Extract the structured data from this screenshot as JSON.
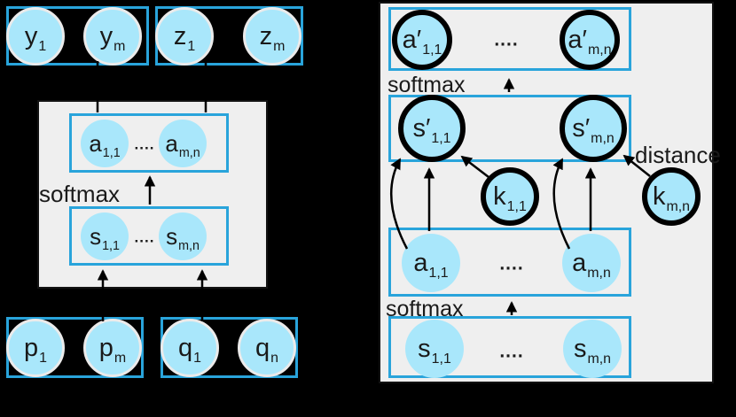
{
  "colors": {
    "background": "#000000",
    "node_fill": "#a9e7fb",
    "box_border": "#29a4db",
    "panel_fill": "#efefef",
    "line_color": "#000000"
  },
  "left_diagram": {
    "output_nodes": [
      {
        "base": "y",
        "sub": "1"
      },
      {
        "base": "y",
        "sub": "m"
      },
      {
        "base": "z",
        "sub": "1"
      },
      {
        "base": "z",
        "sub": "m"
      }
    ],
    "attention_panel": {
      "softmax_label": "softmax",
      "dots": "....",
      "a_nodes": [
        {
          "base": "a",
          "sub": "1,1"
        },
        {
          "base": "a",
          "sub": "m,n"
        }
      ],
      "s_nodes": [
        {
          "base": "s",
          "sub": "1,1"
        },
        {
          "base": "s",
          "sub": "m,n"
        }
      ]
    },
    "input_nodes": [
      {
        "base": "p",
        "sub": "1"
      },
      {
        "base": "p",
        "sub": "m"
      },
      {
        "base": "q",
        "sub": "1"
      },
      {
        "base": "q",
        "sub": "n"
      }
    ]
  },
  "right_diagram": {
    "dots": "....",
    "a_prime_nodes": [
      {
        "base": "a′",
        "sub": "1,1"
      },
      {
        "base": "a′",
        "sub": "m,n"
      }
    ],
    "softmax_top_label": "softmax",
    "s_prime_nodes": [
      {
        "base": "s′",
        "sub": "1,1"
      },
      {
        "base": "s′",
        "sub": "m,n"
      }
    ],
    "k_nodes": [
      {
        "base": "k",
        "sub": "1,1"
      },
      {
        "base": "k",
        "sub": "m,n"
      }
    ],
    "distance_label": "distance",
    "a_nodes": [
      {
        "base": "a",
        "sub": "1,1"
      },
      {
        "base": "a",
        "sub": "m,n"
      }
    ],
    "softmax_bottom_label": "softmax",
    "s_nodes": [
      {
        "base": "s",
        "sub": "1,1"
      },
      {
        "base": "s",
        "sub": "m,n"
      }
    ]
  }
}
